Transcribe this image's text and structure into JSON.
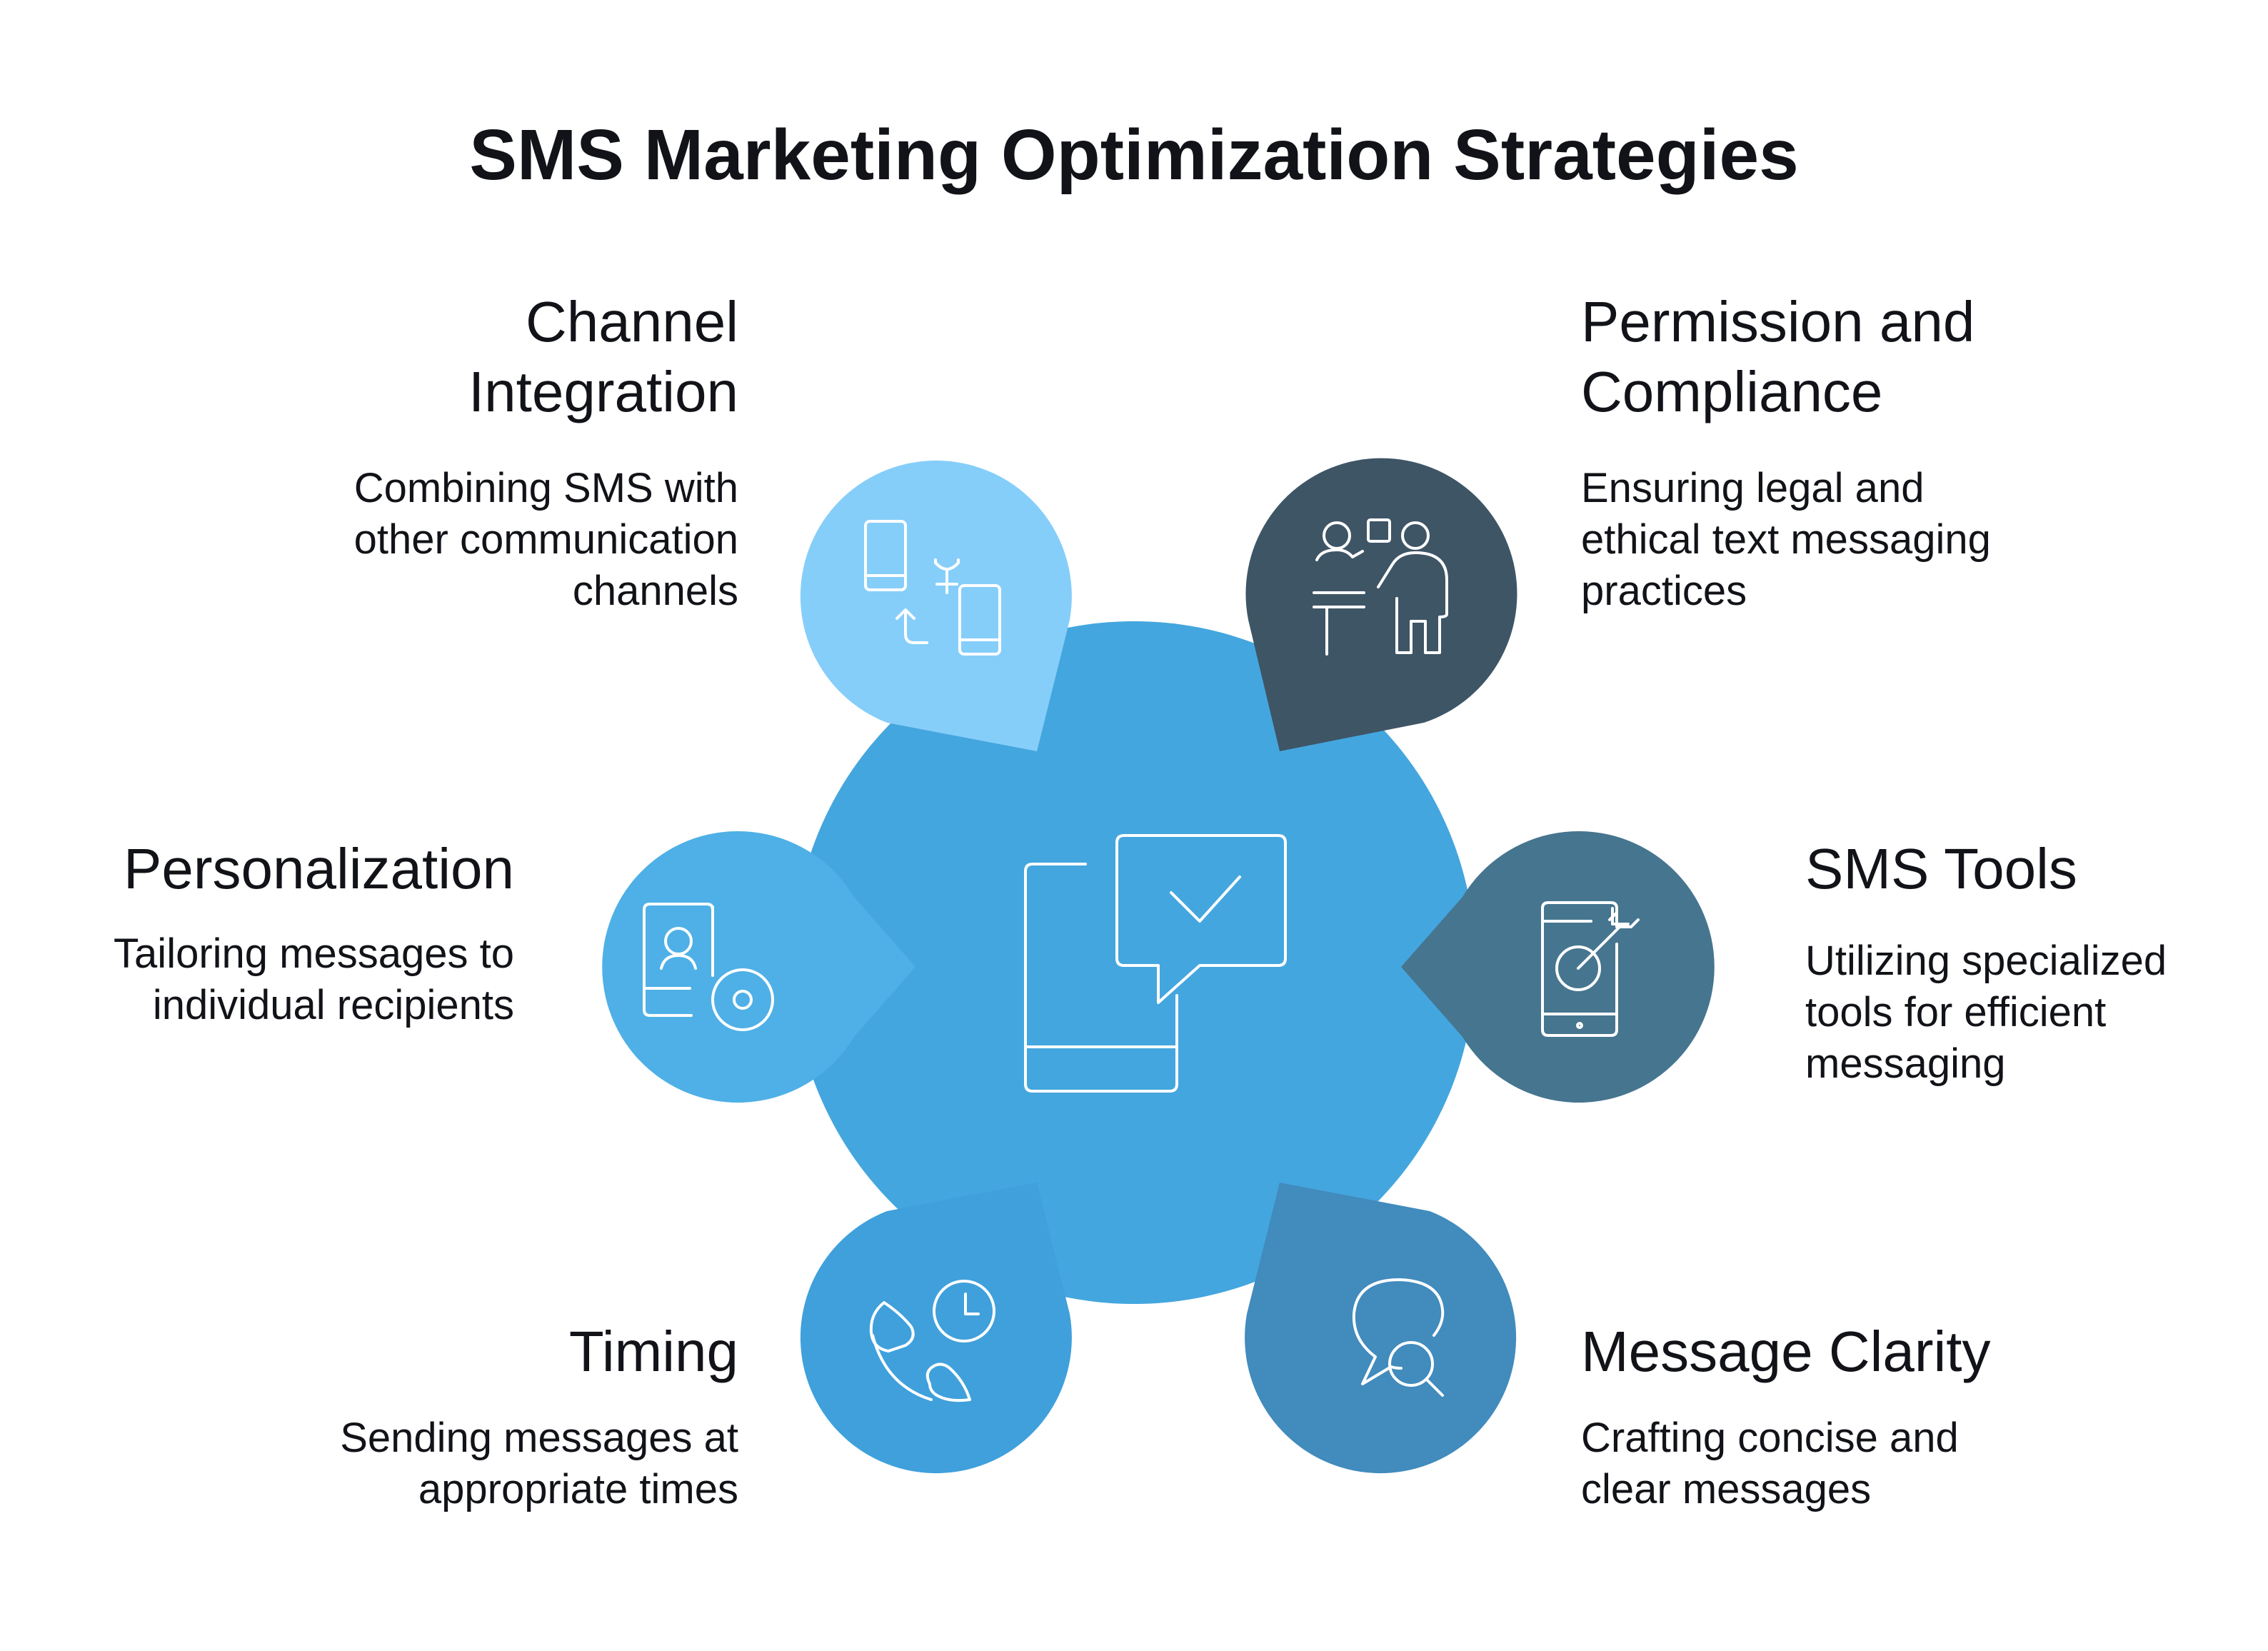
{
  "title": "SMS Marketing Optimization Strategies",
  "center": {
    "icon": "phone-message-check-icon"
  },
  "nodes": [
    {
      "id": "channel",
      "heading": "Channel Integration",
      "heading_lines": [
        "Channel",
        "Integration"
      ],
      "description_lines": [
        "Combining SMS with",
        "other communication",
        "channels"
      ],
      "color": "#86CEFA",
      "icon": "device-sync-icon"
    },
    {
      "id": "permission",
      "heading": "Permission and Compliance",
      "heading_lines": [
        "Permission and",
        "Compliance"
      ],
      "description_lines": [
        "Ensuring legal and",
        "ethical text messaging",
        "practices"
      ],
      "color": "#3E5566",
      "icon": "presentation-people-icon"
    },
    {
      "id": "personalization",
      "heading": "Personalization",
      "heading_lines": [
        "Personalization"
      ],
      "description_lines": [
        "Tailoring messages to",
        "individual recipients"
      ],
      "color": "#4EB0E6",
      "icon": "phone-user-target-icon"
    },
    {
      "id": "tools",
      "heading": "SMS Tools",
      "heading_lines": [
        "SMS Tools"
      ],
      "description_lines": [
        "Utilizing specialized",
        "tools for efficient",
        "messaging"
      ],
      "color": "#46758F",
      "icon": "phone-target-icon"
    },
    {
      "id": "timing",
      "heading": "Timing",
      "heading_lines": [
        "Timing"
      ],
      "description_lines": [
        "Sending messages at",
        "appropriate times"
      ],
      "color": "#3FA0DC",
      "icon": "clock-time-icon"
    },
    {
      "id": "clarity",
      "heading": "Message Clarity",
      "heading_lines": [
        "Message Clarity"
      ],
      "description_lines": [
        "Crafting concise and",
        "clear messages"
      ],
      "color": "#418BBD",
      "icon": "chat-search-icon"
    }
  ],
  "colors": {
    "hub": "#44A6DE",
    "text": "#111318",
    "background": "#FFFFFF"
  }
}
